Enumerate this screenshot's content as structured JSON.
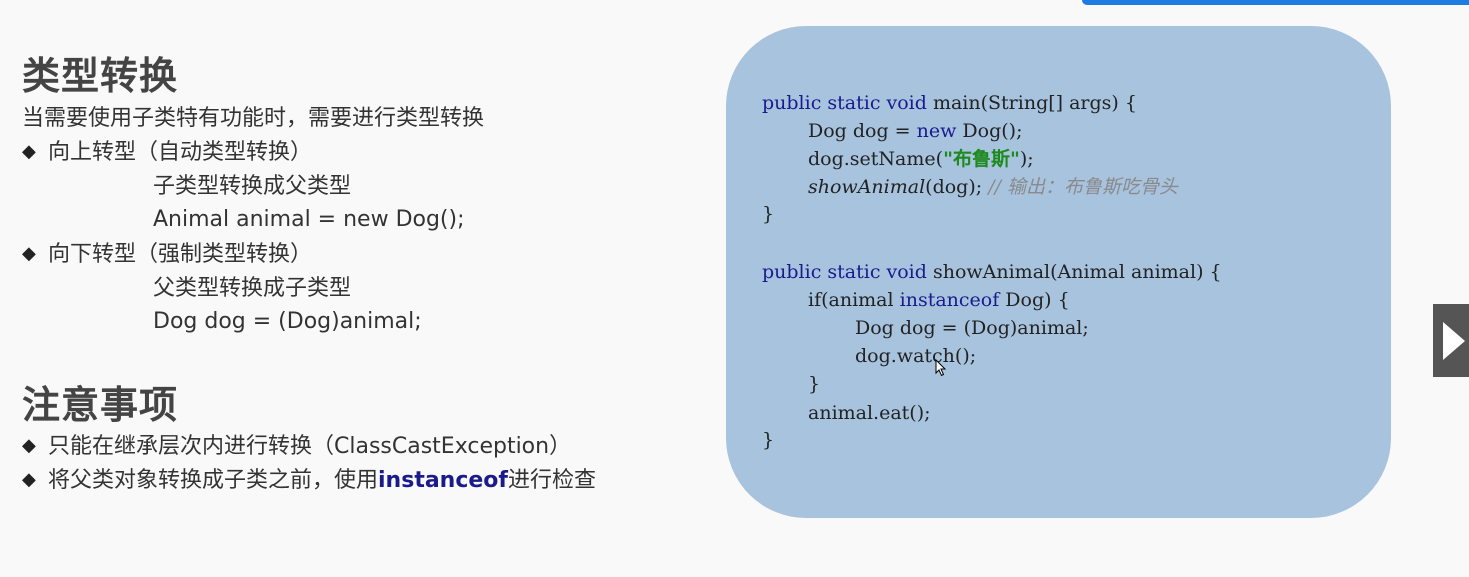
{
  "section1": {
    "title": "类型转换",
    "intro": "当需要使用子类特有功能时，需要进行类型转换",
    "bullets": [
      {
        "symbol": "◆",
        "label": "向上转型（自动类型转换）",
        "sub": [
          "子类型转换成父类型",
          "Animal animal = new Dog();"
        ]
      },
      {
        "symbol": "◆",
        "label": "向下转型（强制类型转换）",
        "sub": [
          "父类型转换成子类型",
          "Dog dog = (Dog)animal;"
        ]
      }
    ]
  },
  "section2": {
    "title": "注意事项",
    "bullets": [
      {
        "symbol": "◆",
        "label": "只能在继承层次内进行转换（ClassCastException）"
      },
      {
        "symbol": "◆",
        "label_before": "将父类对象转换成子类之前，使用",
        "label_keyword": "instanceof",
        "label_after": "进行检查"
      }
    ]
  },
  "code": {
    "line1_kw": "public static void",
    "line1_rest": " main(String[] args) {",
    "line2_text": "Dog dog = ",
    "line2_kw": "new",
    "line2_rest": " Dog();",
    "line3_before": "dog.setName(",
    "line3_str": "\"布鲁斯\"",
    "line3_after": ");",
    "line4_call": "showAnimal",
    "line4_rest": "(dog); ",
    "line4_comment": "// 输出：布鲁斯吃骨头",
    "line5": "}",
    "line6_kw": "public static void",
    "line6_rest": " showAnimal(Animal animal) {",
    "line7_before": "if(animal ",
    "line7_kw": "instanceof",
    "line7_after": " Dog) {",
    "line8": "Dog dog = (Dog)animal;",
    "line9": "dog.watch();",
    "line10": "}",
    "line11": "animal.eat();",
    "line12": "}"
  },
  "colors": {
    "code_background": "#a7c3de",
    "keyword": "#1a1a8c",
    "string": "#1d8a1d",
    "comment": "#8a8a8a",
    "top_bar": "#1e7be0"
  },
  "icons": {
    "next": "play-triangle-right-icon",
    "bullet": "black-diamond-icon"
  }
}
